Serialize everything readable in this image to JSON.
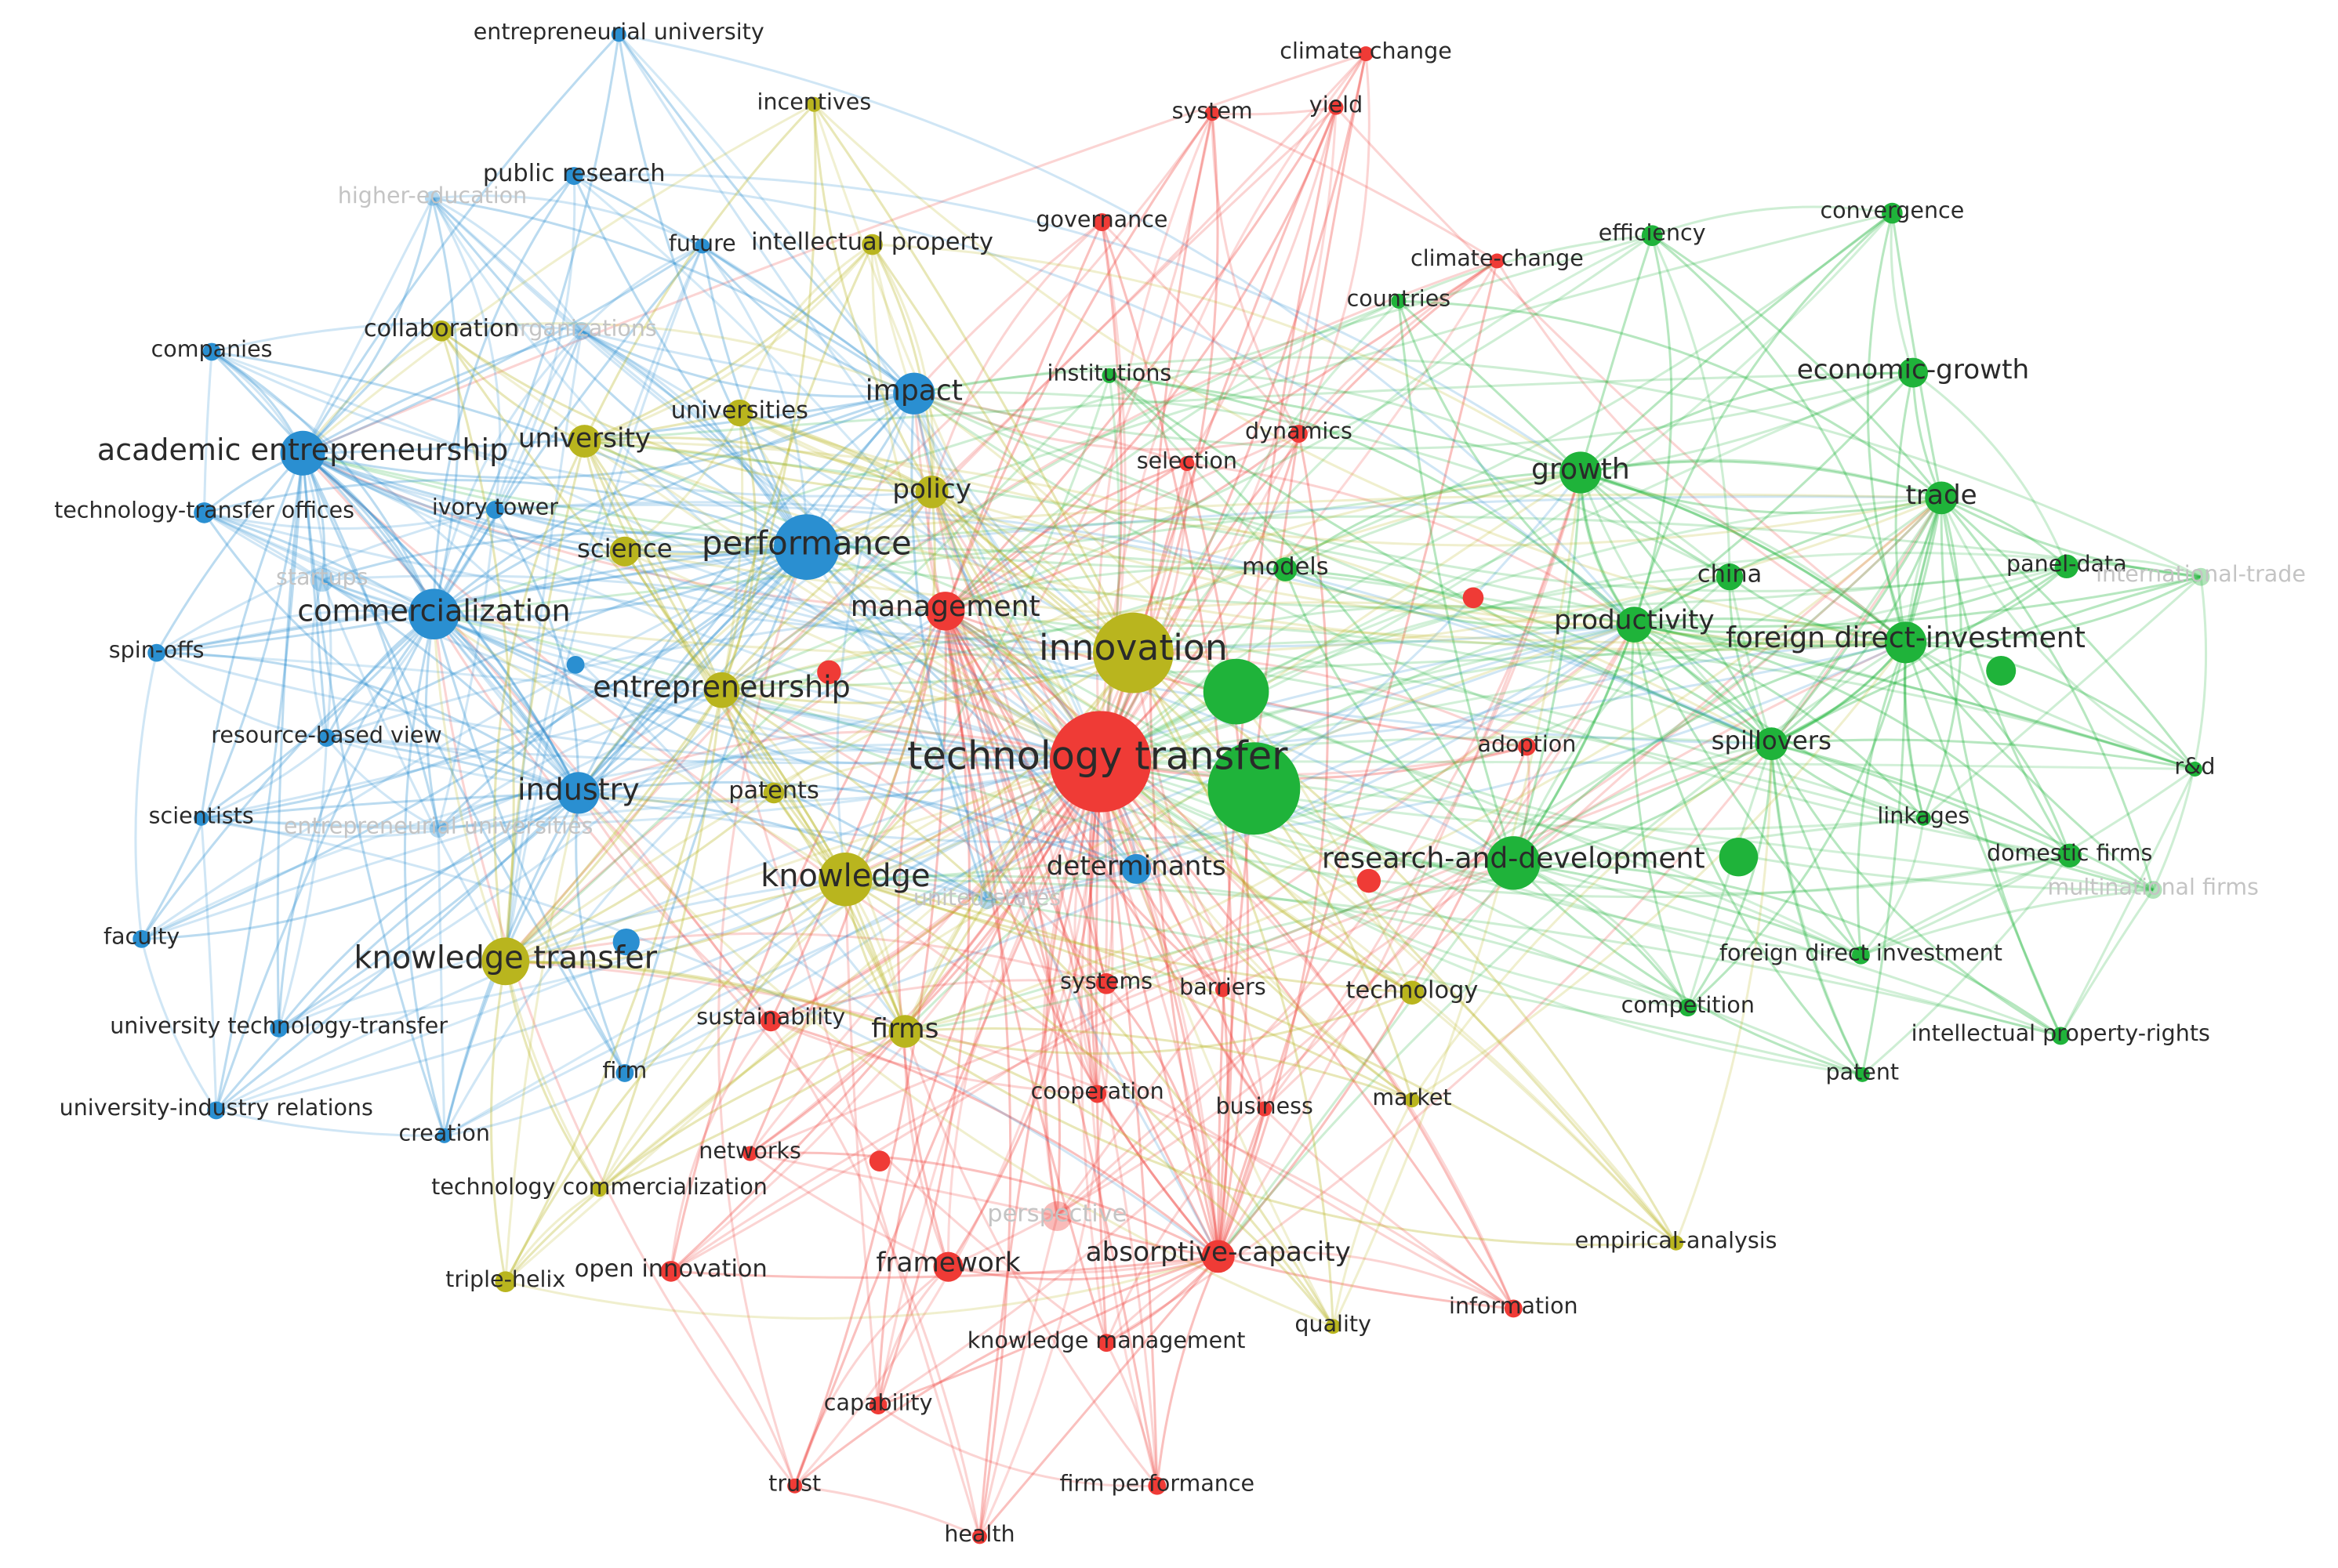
{
  "map": {
    "clusters": {
      "red": "#ef3b36",
      "green": "#1fb33a",
      "blue": "#2a8fd1",
      "yellow": "#b9b51e"
    },
    "nodes": [
      {
        "id": "technology transfer",
        "label": "technology transfer",
        "cluster": "red"
      },
      {
        "id": "framework",
        "label": "framework",
        "cluster": "red"
      },
      {
        "id": "absorptive-capacity",
        "label": "absorptive-capacity",
        "cluster": "red"
      },
      {
        "id": "management",
        "label": "management",
        "cluster": "red"
      },
      {
        "id": "systems",
        "label": "systems",
        "cluster": "red"
      },
      {
        "id": "barriers",
        "label": "barriers",
        "cluster": "red"
      },
      {
        "id": "sustainability",
        "label": "sustainability",
        "cluster": "red"
      },
      {
        "id": "cooperation",
        "label": "cooperation",
        "cluster": "red"
      },
      {
        "id": "business",
        "label": "business",
        "cluster": "red"
      },
      {
        "id": "networks",
        "label": "networks",
        "cluster": "red"
      },
      {
        "id": "open innovation",
        "label": "open innovation",
        "cluster": "red"
      },
      {
        "id": "knowledge management",
        "label": "knowledge management",
        "cluster": "red"
      },
      {
        "id": "capability",
        "label": "capability",
        "cluster": "red"
      },
      {
        "id": "trust",
        "label": "trust",
        "cluster": "red"
      },
      {
        "id": "firm performance",
        "label": "firm performance",
        "cluster": "red"
      },
      {
        "id": "health",
        "label": "health",
        "cluster": "red"
      },
      {
        "id": "information",
        "label": "information",
        "cluster": "red"
      },
      {
        "id": "adoption",
        "label": "adoption",
        "cluster": "red"
      },
      {
        "id": "governance",
        "label": "governance",
        "cluster": "red"
      },
      {
        "id": "system",
        "label": "system",
        "cluster": "red"
      },
      {
        "id": "climate change",
        "label": "climate change",
        "cluster": "red"
      },
      {
        "id": "yield",
        "label": "yield",
        "cluster": "red"
      },
      {
        "id": "climate-change",
        "label": "climate-change",
        "cluster": "red"
      },
      {
        "id": "dynamics",
        "label": "dynamics",
        "cluster": "red"
      },
      {
        "id": "selection",
        "label": "selection",
        "cluster": "red"
      },
      {
        "id": "perspective",
        "label": "perspective",
        "cluster": "red",
        "faded": true
      },
      {
        "id": "research-and-development",
        "label": "research-and-development",
        "cluster": "green"
      },
      {
        "id": "growth",
        "label": "growth",
        "cluster": "green"
      },
      {
        "id": "foreign direct-investment",
        "label": "foreign direct-investment",
        "cluster": "green"
      },
      {
        "id": "productivity",
        "label": "productivity",
        "cluster": "green"
      },
      {
        "id": "spillovers",
        "label": "spillovers",
        "cluster": "green"
      },
      {
        "id": "china",
        "label": "china",
        "cluster": "green"
      },
      {
        "id": "trade",
        "label": "trade",
        "cluster": "green"
      },
      {
        "id": "panel-data",
        "label": "panel-data",
        "cluster": "green"
      },
      {
        "id": "economic-growth",
        "label": "economic-growth",
        "cluster": "green"
      },
      {
        "id": "efficiency",
        "label": "efficiency",
        "cluster": "green"
      },
      {
        "id": "convergence",
        "label": "convergence",
        "cluster": "green"
      },
      {
        "id": "countries",
        "label": "countries",
        "cluster": "green"
      },
      {
        "id": "institutions",
        "label": "institutions",
        "cluster": "green"
      },
      {
        "id": "models",
        "label": "models",
        "cluster": "green"
      },
      {
        "id": "international-trade",
        "label": "international-trade",
        "cluster": "green",
        "faded": true
      },
      {
        "id": "r&d",
        "label": "r&d",
        "cluster": "green"
      },
      {
        "id": "linkages",
        "label": "linkages",
        "cluster": "green"
      },
      {
        "id": "domestic firms",
        "label": "domestic firms",
        "cluster": "green"
      },
      {
        "id": "multinational firms",
        "label": "multinational firms",
        "cluster": "green",
        "faded": true
      },
      {
        "id": "foreign direct investment",
        "label": "foreign direct investment",
        "cluster": "green"
      },
      {
        "id": "competition",
        "label": "competition",
        "cluster": "green"
      },
      {
        "id": "intellectual property-rights",
        "label": "intellectual property-rights",
        "cluster": "green"
      },
      {
        "id": "patent",
        "label": "patent",
        "cluster": "green"
      },
      {
        "id": "performance",
        "label": "performance",
        "cluster": "blue"
      },
      {
        "id": "commercialization",
        "label": "commercialization",
        "cluster": "blue"
      },
      {
        "id": "academic entrepreneurship",
        "label": "academic entrepreneurship",
        "cluster": "blue"
      },
      {
        "id": "industry",
        "label": "industry",
        "cluster": "blue"
      },
      {
        "id": "impact",
        "label": "impact",
        "cluster": "blue"
      },
      {
        "id": "determinants",
        "label": "determinants",
        "cluster": "blue"
      },
      {
        "id": "entrepreneurial university",
        "label": "entrepreneurial university",
        "cluster": "blue"
      },
      {
        "id": "public research",
        "label": "public research",
        "cluster": "blue"
      },
      {
        "id": "higher-education",
        "label": "higher-education",
        "cluster": "blue",
        "faded": true
      },
      {
        "id": "future",
        "label": "future",
        "cluster": "blue"
      },
      {
        "id": "companies",
        "label": "companies",
        "cluster": "blue"
      },
      {
        "id": "organizations",
        "label": "organizations",
        "cluster": "blue",
        "faded": true
      },
      {
        "id": "technology-transfer offices",
        "label": "technology-transfer offices",
        "cluster": "blue"
      },
      {
        "id": "ivory tower",
        "label": "ivory tower",
        "cluster": "blue"
      },
      {
        "id": "startups",
        "label": "startups",
        "cluster": "blue",
        "faded": true
      },
      {
        "id": "spin-offs",
        "label": "spin-offs",
        "cluster": "blue"
      },
      {
        "id": "resource-based view",
        "label": "resource-based view",
        "cluster": "blue"
      },
      {
        "id": "scientists",
        "label": "scientists",
        "cluster": "blue"
      },
      {
        "id": "entrepreneurial universities",
        "label": "entrepreneurial universities",
        "cluster": "blue",
        "faded": true
      },
      {
        "id": "faculty",
        "label": "faculty",
        "cluster": "blue"
      },
      {
        "id": "university technology-transfer",
        "label": "university technology-transfer",
        "cluster": "blue"
      },
      {
        "id": "university-industry relations",
        "label": "university-industry relations",
        "cluster": "blue"
      },
      {
        "id": "creation",
        "label": "creation",
        "cluster": "blue"
      },
      {
        "id": "firm",
        "label": "firm",
        "cluster": "blue"
      },
      {
        "id": "united-states",
        "label": "united-states",
        "cluster": "blue",
        "faded": true
      },
      {
        "id": "innovation",
        "label": "innovation",
        "cluster": "yellow"
      },
      {
        "id": "knowledge",
        "label": "knowledge",
        "cluster": "yellow"
      },
      {
        "id": "knowledge transfer",
        "label": "knowledge transfer",
        "cluster": "yellow"
      },
      {
        "id": "entrepreneurship",
        "label": "entrepreneurship",
        "cluster": "yellow"
      },
      {
        "id": "university",
        "label": "university",
        "cluster": "yellow"
      },
      {
        "id": "science",
        "label": "science",
        "cluster": "yellow"
      },
      {
        "id": "policy",
        "label": "policy",
        "cluster": "yellow"
      },
      {
        "id": "universities",
        "label": "universities",
        "cluster": "yellow"
      },
      {
        "id": "collaboration",
        "label": "collaboration",
        "cluster": "yellow"
      },
      {
        "id": "incentives",
        "label": "incentives",
        "cluster": "yellow"
      },
      {
        "id": "intellectual property",
        "label": "intellectual property",
        "cluster": "yellow"
      },
      {
        "id": "patents",
        "label": "patents",
        "cluster": "yellow"
      },
      {
        "id": "firms",
        "label": "firms",
        "cluster": "yellow"
      },
      {
        "id": "technology",
        "label": "technology",
        "cluster": "yellow"
      },
      {
        "id": "market",
        "label": "market",
        "cluster": "yellow"
      },
      {
        "id": "quality",
        "label": "quality",
        "cluster": "yellow"
      },
      {
        "id": "empirical-analysis",
        "label": "empirical-analysis",
        "cluster": "yellow"
      },
      {
        "id": "triple-helix",
        "label": "triple-helix",
        "cluster": "yellow"
      },
      {
        "id": "technology commercialization",
        "label": "technology commercialization",
        "cluster": "yellow"
      }
    ]
  }
}
